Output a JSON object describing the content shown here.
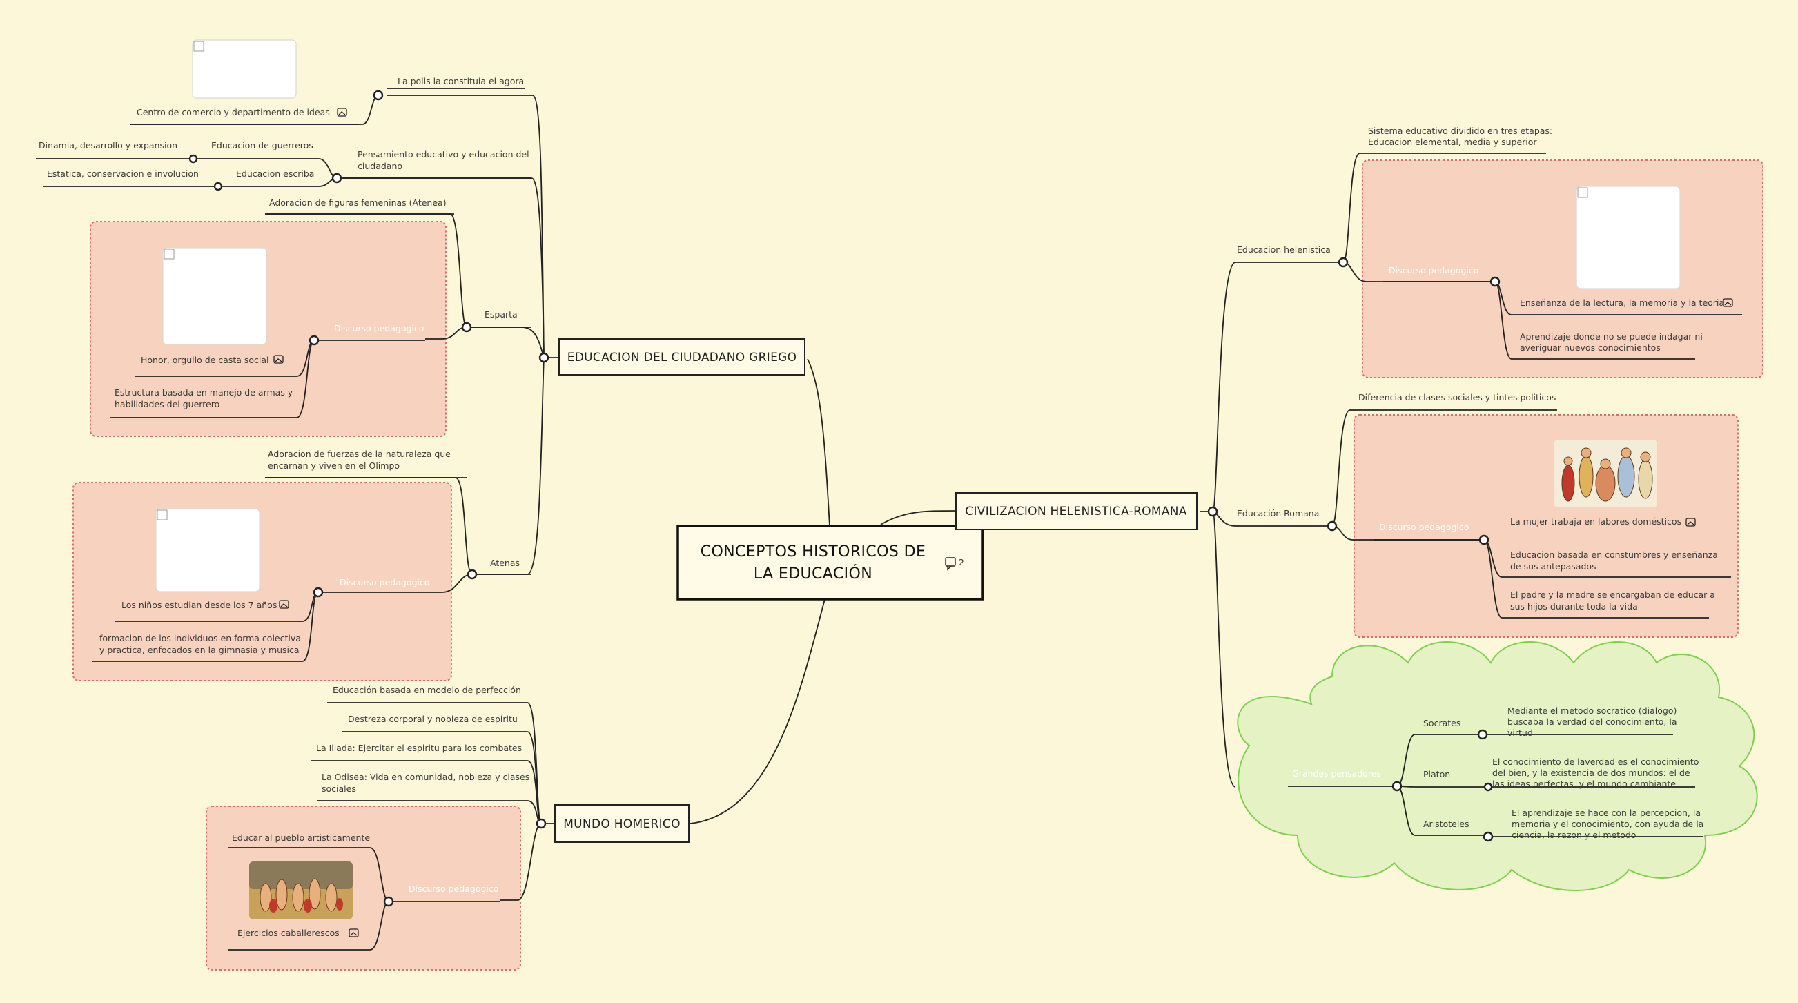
{
  "central": {
    "line1": "CONCEPTOS HISTORICOS DE",
    "line2": "LA EDUCACIÓN",
    "comment_count": "2"
  },
  "griego": {
    "title": "EDUCACION DEL CIUDADANO GRIEGO",
    "polis": "La polis la constituia el agora",
    "centro": "Centro de comercio y departimento de ideas",
    "pensamiento_1": "Pensamiento educativo y educacion del",
    "pensamiento_2": "ciudadano",
    "guerreros": "Educacion de guerreros",
    "dinamia": "Dinamia, desarrollo y expansion",
    "escriba": "Educacion escriba",
    "estatica": "Estatica, conservacion e involucion",
    "adoracion_fem": "Adoracion de figuras femeninas (Atenea)",
    "esparta": "Esparta",
    "discurso_esparta": "Discurso pedagogico",
    "honor": "Honor, orgullo de casta social",
    "estructura_1": "Estructura basada en manejo de armas y",
    "estructura_2": "habilidades del guerrero",
    "adoracion_nat_1": "Adoracion de fuerzas de la naturaleza que",
    "adoracion_nat_2": "encarnan y viven en el Olimpo",
    "atenas": "Atenas",
    "discurso_atenas": "Discurso pedagogico",
    "ninos": "Los niños estudian desde los 7 años",
    "formacion_1": "formacion de los individuos en forma colectiva",
    "formacion_2": "y practica, enfocados en la gimnasia y musica"
  },
  "homerico": {
    "title": "MUNDO HOMERICO",
    "perfeccion": "Educación basada en modelo de perfección",
    "destreza": "Destreza corporal y nobleza de espiritu",
    "iliada": "La Iliada: Ejercitar el espiritu para los combates",
    "odisea_1": "La Odisea: Vida en comunidad, nobleza y clases",
    "odisea_2": "sociales",
    "discurso": "Discurso pedagogico",
    "educar": "Educar al pueblo artisticamente",
    "ejercicios": "Ejercicios caballerescos"
  },
  "helenistica": {
    "title": "CIVILIZACION HELENISTICA-ROMANA",
    "sistema_1": "Sistema educativo dividido en tres etapas:",
    "sistema_2": "Educacion elemental, media y superior",
    "edu_helenistica": "Educacion helenistica",
    "discurso_hel": "Discurso pedagogico",
    "ensenanza": "Enseñanza de la lectura, la memoria y la teoria",
    "aprendizaje_1": "Aprendizaje donde no se puede indagar ni",
    "aprendizaje_2": "averiguar nuevos conocimientos",
    "diferencia": "Diferencia de clases sociales y tintes politicos",
    "edu_romana": "Educación Romana",
    "discurso_rom": "Discurso pedagogico",
    "mujer": "La mujer trabaja en labores domésticos",
    "costumbres_1": "Educacion basada en constumbres y enseñanza",
    "costumbres_2": "de sus antepasados",
    "padre_1": "El padre y la madre se encargaban de educar a",
    "padre_2": "sus hijos durante toda la vida",
    "grandes": "Grandes pensadores",
    "socrates": "Socrates",
    "socrates_1": "Mediante el metodo socratico (dialogo)",
    "socrates_2": "buscaba la verdad del conocimiento, la",
    "socrates_3": "virtud",
    "platon": "Platon",
    "platon_1": "El conocimiento de laverdad es el conocimiento",
    "platon_2": "del bien, y la existencia de dos mundos: el de",
    "platon_3": "las ideas perfectas, y el mundo cambiante",
    "aristoteles": "Aristoteles",
    "aristoteles_1": "El aprendizaje se hace con la percepcion, la",
    "aristoteles_2": "memoria y el conocimiento, con ayuda de la",
    "aristoteles_3": "ciencia, la razon y el metodo"
  },
  "colors": {
    "background": "#fdf7d9",
    "card_fill": "#f7d3bf",
    "card_border": "#e36a6a",
    "cloud_fill": "#e5f2c4",
    "cloud_border": "#7ed04f"
  },
  "icons": {
    "image_badge": "image-icon",
    "comment": "comment-icon"
  }
}
